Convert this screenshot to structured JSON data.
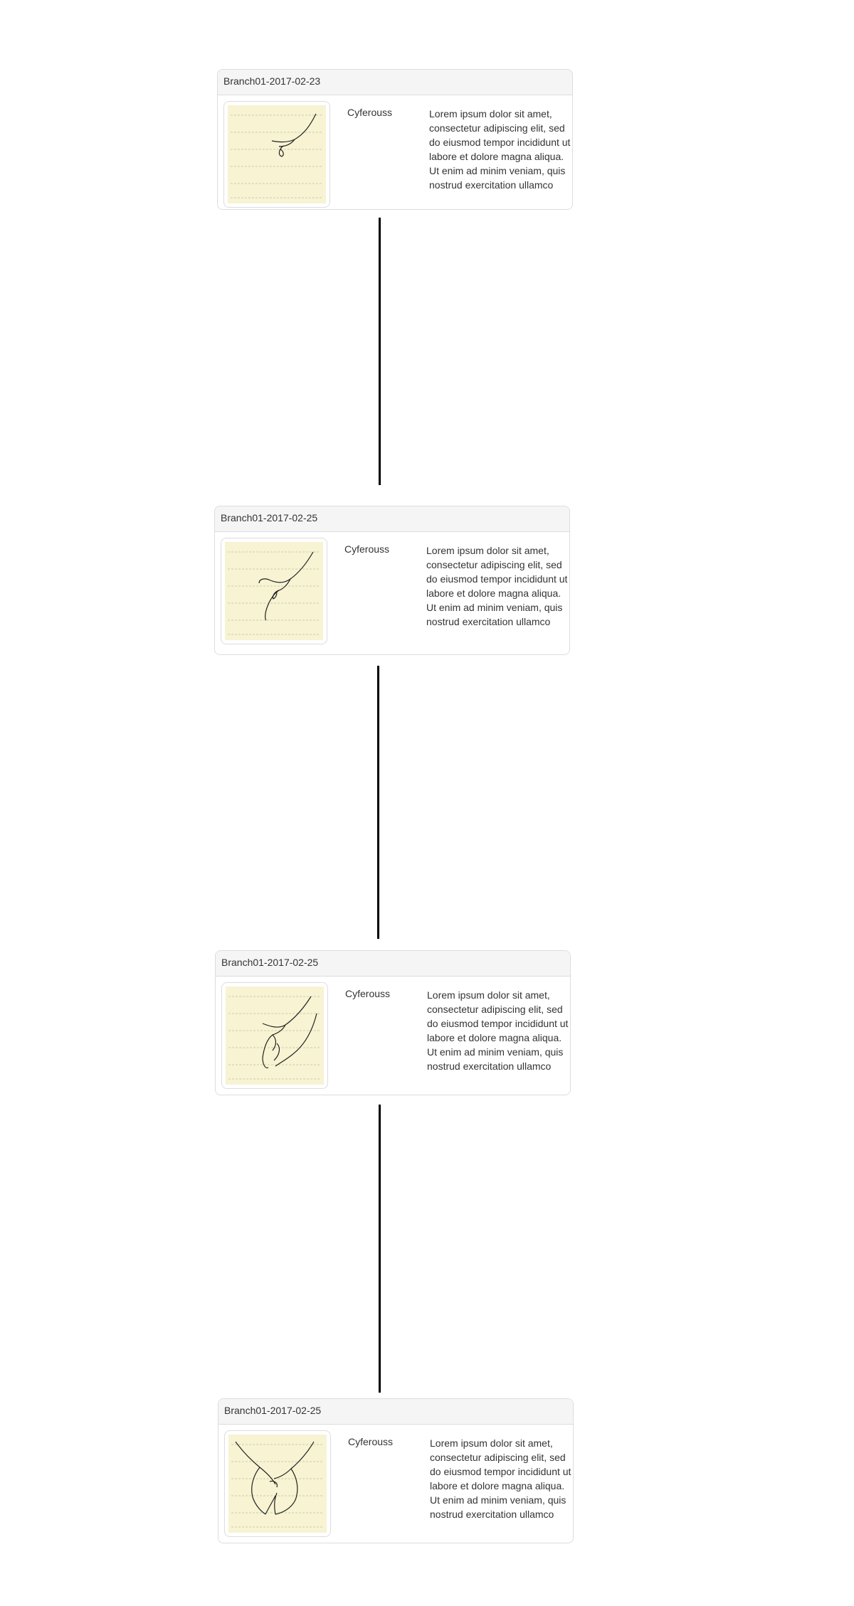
{
  "timeline": {
    "entries": [
      {
        "title": "Branch01-2017-02-23",
        "author": "Cyferouss",
        "text": "Lorem ipsum dolor sit amet, consectetur adipiscing elit, sed do eiusmod tempor incididunt ut labore et dolore magna aliqua. Ut enim ad minim veniam, quis nostrud exercitation ullamco",
        "image_icon": "hand-sketch-icon"
      },
      {
        "title": "Branch01-2017-02-25",
        "author": "Cyferouss",
        "text": "Lorem ipsum dolor sit amet, consectetur adipiscing elit, sed do eiusmod tempor incididunt ut labore et dolore magna aliqua. Ut enim ad minim veniam, quis nostrud exercitation ullamco",
        "image_icon": "hand-sketch-icon"
      },
      {
        "title": "Branch01-2017-02-25",
        "author": "Cyferouss",
        "text": "Lorem ipsum dolor sit amet, consectetur adipiscing elit, sed do eiusmod tempor incididunt ut labore et dolore magna aliqua. Ut enim ad minim veniam, quis nostrud exercitation ullamco",
        "image_icon": "hand-sketch-icon"
      },
      {
        "title": "Branch01-2017-02-25",
        "author": "Cyferouss",
        "text": "Lorem ipsum dolor sit amet, consectetur adipiscing elit, sed do eiusmod tempor incididunt ut labore et dolore magna aliqua. Ut enim ad minim veniam, quis nostrud exercitation ullamco",
        "image_icon": "hands-holding-sketch-icon"
      }
    ]
  },
  "colors": {
    "paper": "#f7f3d3",
    "border": "#dddddd",
    "header_bg": "#f5f5f5",
    "connector": "#000000"
  }
}
